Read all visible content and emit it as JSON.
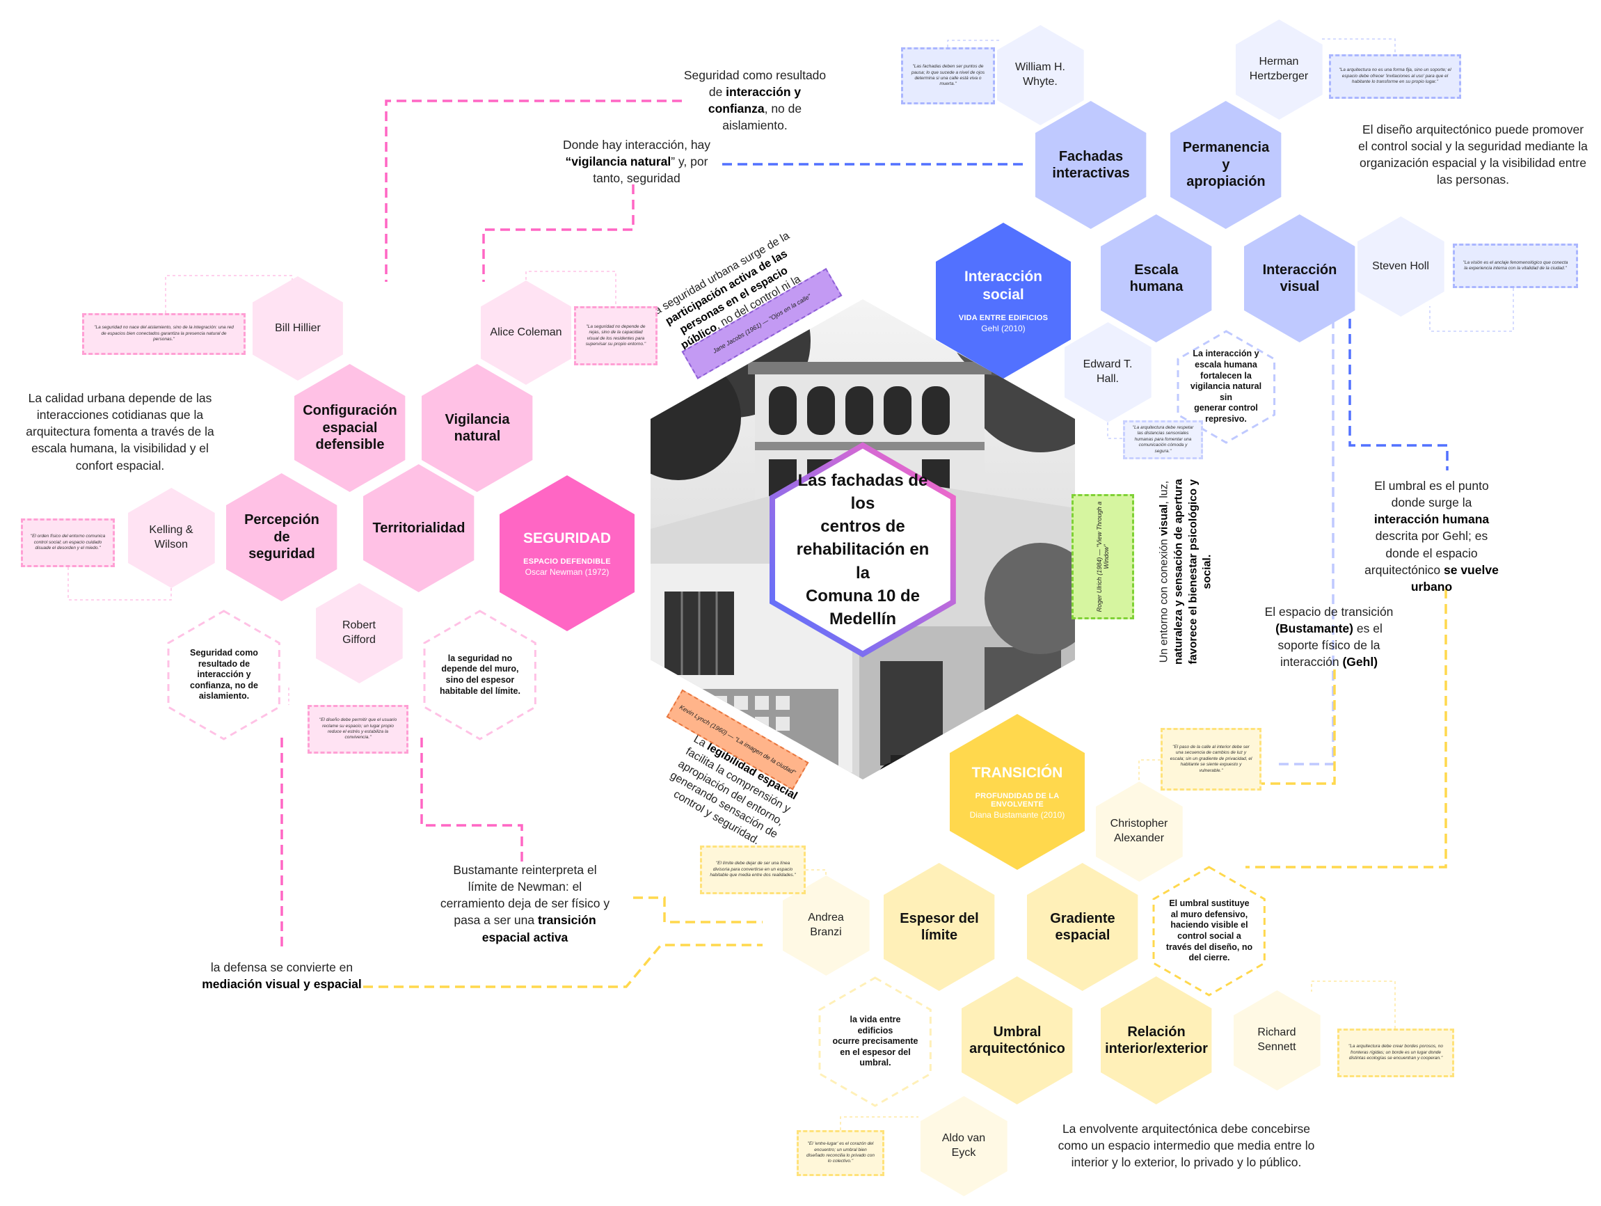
{
  "center": {
    "title": "Las fachadas de los\ncentros de\nrehabilitación en la\nComuna 10 de\nMedellín"
  },
  "colors": {
    "pink_dark": "#ff66c4",
    "pink": "#ffc1e5",
    "pink_light": "#ffe3f3",
    "blue_dark": "#5271ff",
    "blue": "#bfc9ff",
    "blue_light": "#eef1ff",
    "yellow_dark": "#ffd84d",
    "yellow": "#fff0b8",
    "yellow_light": "#fff9e4",
    "purple": "#b88cf0",
    "green": "#d6f5a0",
    "orange": "#ffb48a"
  },
  "categories": {
    "seguridad": {
      "title": "SEGURIDAD",
      "sub1": "ESPACIO DEFENDIBLE",
      "sub2": "Oscar Newman (1972)"
    },
    "interaccion": {
      "title": "Interacción social",
      "sub1": "VIDA ENTRE EDIFICIOS",
      "sub2": "Gehl (2010)"
    },
    "transicion": {
      "title": "TRANSICIÓN",
      "sub1": "PROFUNDIDAD DE LA ENVOLVENTE",
      "sub2": "Diana Bustamante (2010)"
    }
  },
  "concepts": {
    "configuracion": "Configuración\nespacial\ndefensible",
    "vigilancia": "Vigilancia\nnatural",
    "percepcion": "Percepción de\nseguridad",
    "territorialidad": "Territorialidad",
    "fachadas": "Fachadas\ninteractivas",
    "permanencia": "Permanencia\ny apropiación",
    "escala": "Escala\nhumana",
    "int_visual": "Interacción\nvisual",
    "espesor": "Espesor del\nlímite",
    "gradiente": "Gradiente\nespacial",
    "umbral": "Umbral\narquitectónico",
    "relacion": "Relación\ninterior/exterior"
  },
  "people": {
    "hillier": "Bill Hillier",
    "coleman": "Alice Coleman",
    "kelling": "Kelling & Wilson",
    "gifford": "Robert Gifford",
    "whyte": "William H.\nWhyte.",
    "hertzberger": "Herman\nHertzberger",
    "holl": "Steven Holl",
    "hall": "Edward T. Hall.",
    "alexander": "Christopher\nAlexander",
    "branzi": "Andrea\nBranzi",
    "sennett": "Richard\nSennett",
    "vaneyck": "Aldo van Eyck"
  },
  "notes": {
    "pink1": "Seguridad como\nresultado de\ninteracción y\nconfianza, no de\naislamiento.",
    "pink2": "la seguridad no\ndepende del muro,\nsino del espesor\nhabitable del límite.",
    "blue1": "La interacción y\nescala humana\nfortalecen la\nvigilancia natural sin\ngenerar control\nrepresivo.",
    "yellow1": "El umbral sustituye\nal muro defensivo,\nhaciendo visible el\ncontrol social a\ntravés del diseño, no\ndel cierre.",
    "yellow2": "la vida entre\nedificios\nocurre precisamente\nen el espesor del\numbral."
  },
  "quotes": {
    "hillier": "\"La seguridad no nace del aislamiento, sino de la integración: una red de espacios bien conectados garantiza la presencia natural de personas.\"",
    "coleman": "\"La seguridad no depende de rejas, sino de la capacidad visual de los residentes para supervisar su propio entorno.\"",
    "kelling": "\"El orden físico del entorno comunica control social; un espacio cuidado disuade el desorden y el miedo.\"",
    "gifford": "\"El diseño debe permitir que el usuario reclame su espacio; un lugar propio reduce el estrés y estabiliza la convivencia.\"",
    "whyte": "\"Las fachadas deben ser puntos de pausa; lo que sucede a nivel de ojos determina si una calle está viva o muerta.\"",
    "hertzberger": "\"La arquitectura no es una forma fija, sino un soporte; el espacio debe ofrecer 'invitaciones al uso' para que el habitante lo transforme en su propio lugar.\"",
    "holl": "\"La visión es el anclaje fenomenológico que conecta la experiencia interna con la vitalidad de la ciudad.\"",
    "hall": "\"La arquitectura debe respetar las distancias sensoriales humanas para fomentar una comunicación cómoda y segura.\"",
    "alexander": "\"El paso de la calle al interior debe ser una secuencia de cambios de luz y escala; sin un gradiente de privacidad, el habitante se siente expuesto y vulnerable.\"",
    "branzi": "\"El límite debe dejar de ser una línea divisoria para convertirse en un espacio habitable que media entre dos realidades.\"",
    "sennett": "\"La arquitectura debe crear bordes porosos, no fronteras rígidas; un borde es un lugar donde distintas ecologías se encuentran y cooperan.\"",
    "vaneyck": "\"El 'entre-lugar' es el corazón del encuentro; un umbral bien diseñado reconcilia lo privado con lo colectivo.\""
  },
  "annotations": {
    "a1": {
      "pre": "Seguridad como resultado de ",
      "bold": "interacción y confianza",
      "post": ", no de aislamiento."
    },
    "a2": {
      "pre": "Donde hay interacción, hay ",
      "bold": "“vigilancia natural",
      "post": "” y, por tanto, seguridad"
    },
    "a3": "La calidad urbana depende de las interacciones cotidianas que la arquitectura fomenta a través de la escala humana, la visibilidad y el confort espacial.",
    "a4": "El diseño arquitectónico puede promover el control social y la seguridad mediante la organización espacial y la visibilidad entre las personas.",
    "a5": {
      "pre": "El umbral es el punto donde surge la ",
      "bold": "interacción humana",
      "mid": " descrita por Gehl; es donde el espacio arquitectónico ",
      "bold2": "se vuelve urbano"
    },
    "a6": {
      "pre": "El espacio de transición ",
      "bold": "(Bustamante)",
      "mid": " es el soporte físico de la interacción ",
      "bold2": "(Gehl)"
    },
    "a7": {
      "pre": "Bustamante reinterpreta el límite de Newman: el cerramiento deja de ser físico y pasa a ser una ",
      "bold": "transición espacial activa"
    },
    "a8": {
      "pre": "la defensa se convierte en ",
      "bold": "mediación visual y espacial"
    },
    "a9": "La envolvente arquitectónica debe concebirse como un espacio intermedio que media entre lo interior y lo exterior, lo privado y lo público.",
    "r1": {
      "pre": "La seguridad urbana surge de la ",
      "bold": "participación activa de las personas en el espacio público",
      "post": ", no del control ni la vigilancia institucional."
    },
    "r2": {
      "pre": "Un entorno con conexión ",
      "bold": "visual",
      "mid": ", luz, ",
      "bold2": "naturaleza y sensación de apertura favorece el bienestar psicológico y social."
    },
    "r3": {
      "pre": "La ",
      "bold": "legibilidad espacial",
      "post": " facilita la comprensión y apropiación del entorno, generando sensación de control y seguridad."
    }
  },
  "tags": {
    "jacobs": "Jane Jacobs (1961) — \"Ojos en la calle\"",
    "ulrich": "Roger Ulrich (1984) — \"View Through a Window\"",
    "lynch": "Kevin Lynch (1960) — \"La imagen de la ciudad\""
  }
}
